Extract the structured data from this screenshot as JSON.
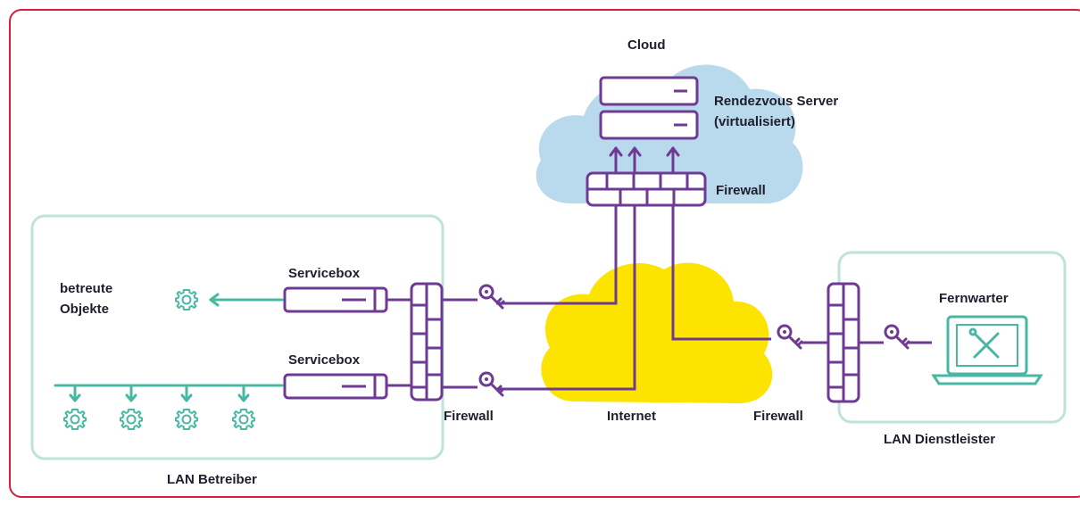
{
  "labels": {
    "cloud": "Cloud",
    "rendezvous_line1": "Rendezvous Server",
    "rendezvous_line2": "(virtualisiert)",
    "firewall_cloud": "Firewall",
    "servicebox_top": "Servicebox",
    "servicebox_bottom": "Servicebox",
    "betreute_line1": "betreute",
    "betreute_line2": "Objekte",
    "firewall_left": "Firewall",
    "internet": "Internet",
    "firewall_right": "Firewall",
    "fernwarter": "Fernwarter",
    "lan_betreiber": "LAN Betreiber",
    "lan_dienstleister": "LAN Dienstleister"
  },
  "colors": {
    "frame": "#d81e3c",
    "purple": "#6e3a93",
    "teal": "#48b8a4",
    "teal_light": "#bfe3da",
    "cloud_blue": "#b9d9ec",
    "internet_yellow": "#fce300"
  },
  "icons": [
    "server-icon",
    "firewall-icon",
    "key-icon",
    "gear-icon",
    "laptop-icon",
    "tools-icon",
    "cloud-icon"
  ]
}
